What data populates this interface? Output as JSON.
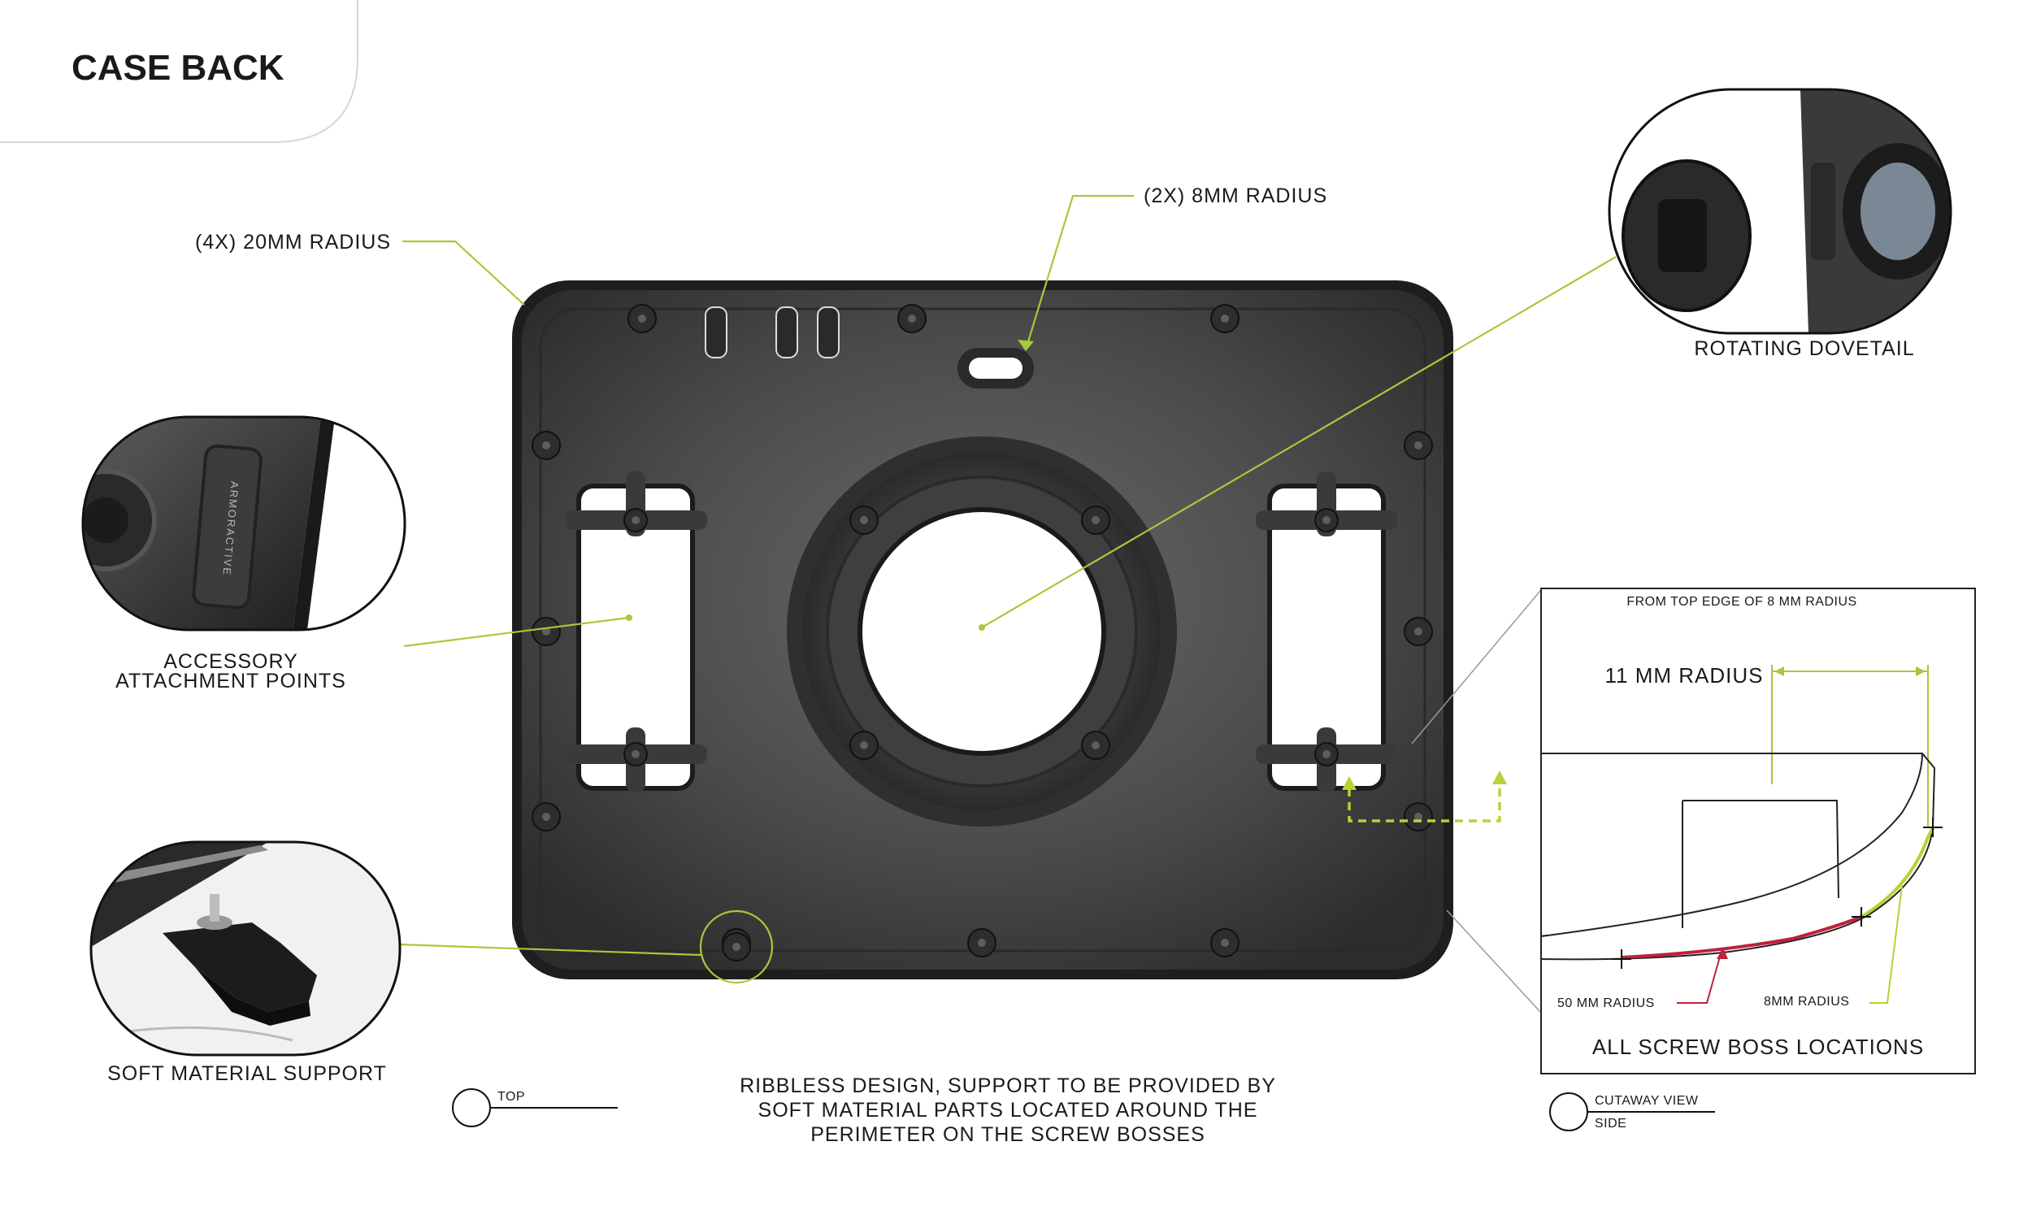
{
  "title": "CASE BACK",
  "callouts": {
    "corner_radius": "(4X) 20MM RADIUS",
    "slot_radius": "(2X) 8MM RADIUS",
    "accessory": [
      "ACCESSORY",
      "ATTACHMENT POINTS"
    ],
    "soft_support": "SOFT MATERIAL SUPPORT",
    "rotating_dovetail": "ROTATING DOVETAIL"
  },
  "view_markers": {
    "top": "TOP",
    "cutaway": "CUTAWAY VIEW",
    "side": "SIDE"
  },
  "note": [
    "RIBBLESS DESIGN, SUPPORT TO BE PROVIDED BY",
    "SOFT MATERIAL PARTS LOCATED AROUND THE",
    "PERIMETER ON THE SCREW BOSSES"
  ],
  "detail": {
    "header": "FROM TOP EDGE OF 8 MM RADIUS",
    "dimension": "11 MM RADIUS",
    "radius_50": "50 MM RADIUS",
    "radius_8": "8MM RADIUS",
    "caption": "ALL SCREW BOSS LOCATIONS"
  },
  "badge_text": "ARMORACTIVE",
  "colors": {
    "leader_green": "#a7c93a",
    "arrow_green": "#b5d334",
    "curve_red": "#c0203b",
    "case_dark": "#3b3b3b"
  }
}
